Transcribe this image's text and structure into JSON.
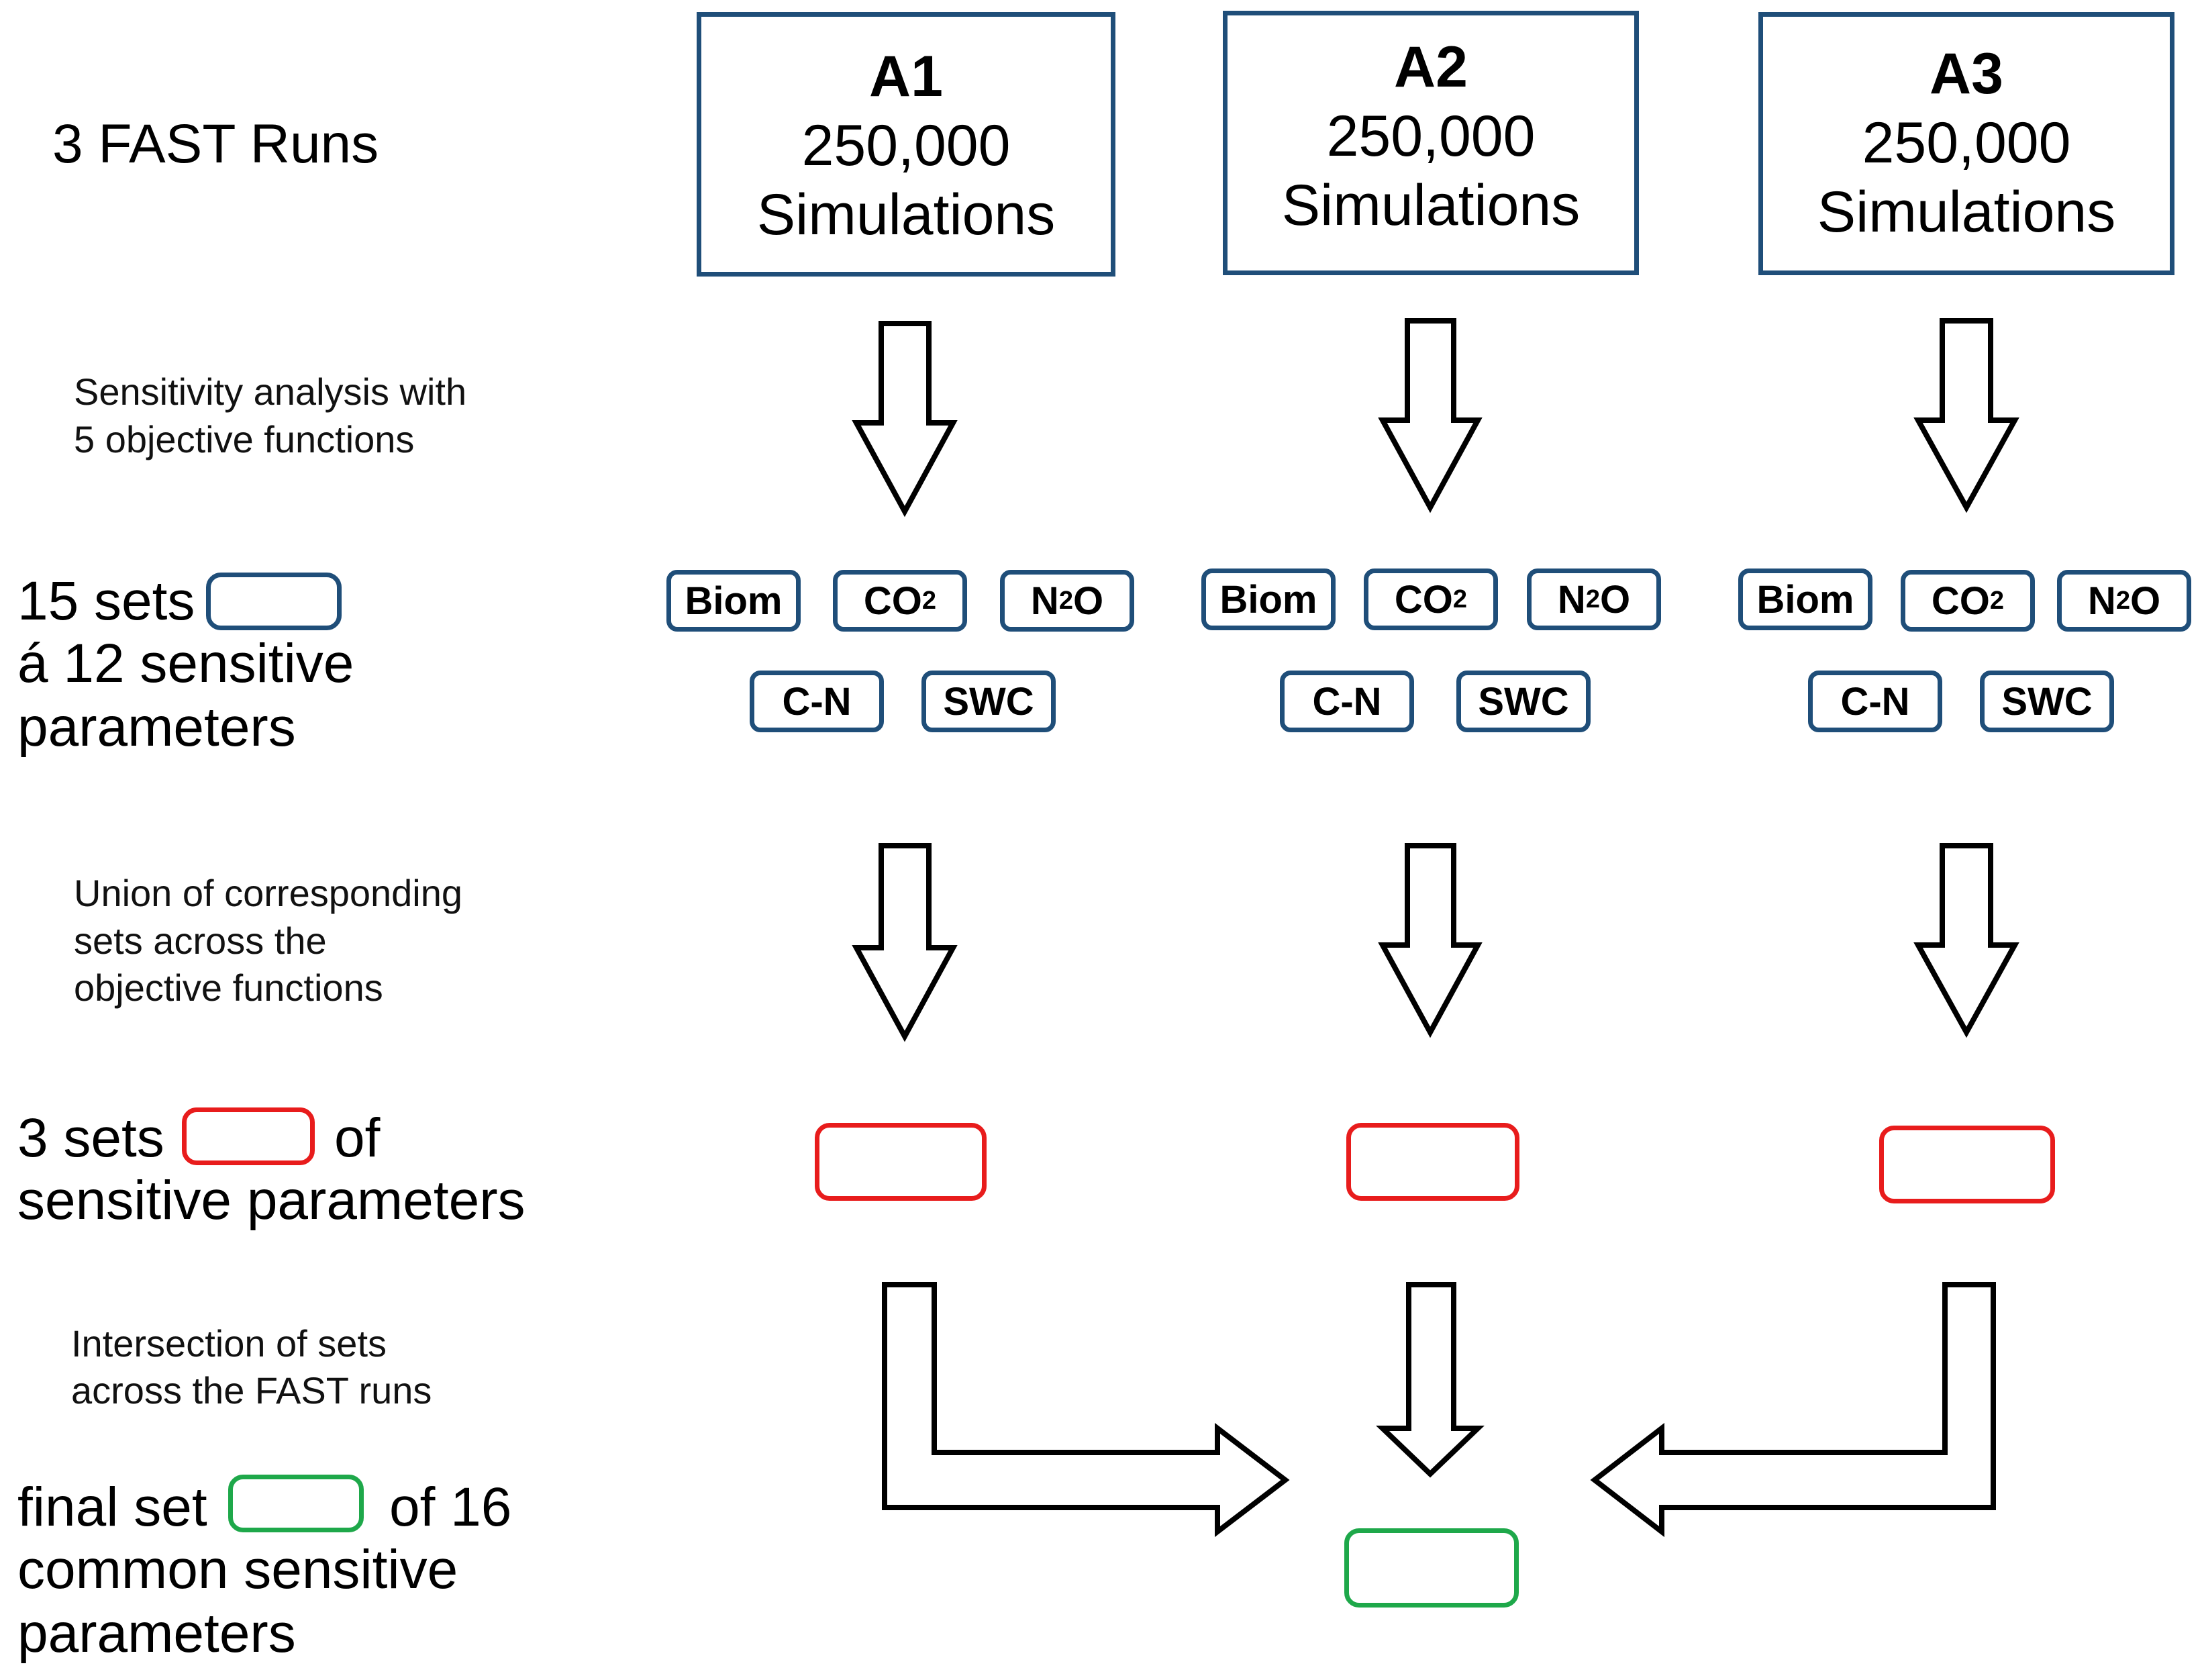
{
  "left_labels": {
    "runs": "3 FAST Runs",
    "sensitivity_1": "Sensitivity analysis with",
    "sensitivity_2": "5 objective functions",
    "sets15_a": "15 sets",
    "sets15_b": "á 12 sensitive",
    "sets15_c": "parameters",
    "union_1": "Union of corresponding",
    "union_2": "sets across the",
    "union_3": "objective functions",
    "sets3_a": "3 sets",
    "sets3_b": "of",
    "sets3_c": "sensitive parameters",
    "intersection_1": "Intersection  of sets",
    "intersection_2": "across the FAST runs",
    "final_a": "final set",
    "final_b": "of 16",
    "final_c": "common  sensitive",
    "final_d": "parameters"
  },
  "runs": [
    {
      "id": "A1",
      "count": "250,000",
      "unit": "Simulations"
    },
    {
      "id": "A2",
      "count": "250,000",
      "unit": "Simulations"
    },
    {
      "id": "A3",
      "count": "250,000",
      "unit": "Simulations"
    }
  ],
  "objectives": {
    "biom": "Biom",
    "co_main": "CO",
    "co_sub": "2",
    "n_main": "N",
    "n_sub": "2",
    "n_tail": "O",
    "cn": "C-N",
    "swc": "SWC"
  },
  "colors": {
    "blue_border": "#1f4e79",
    "red_border": "#e81c1c",
    "green_border": "#1ea84a",
    "arrow_stroke": "#000000"
  }
}
